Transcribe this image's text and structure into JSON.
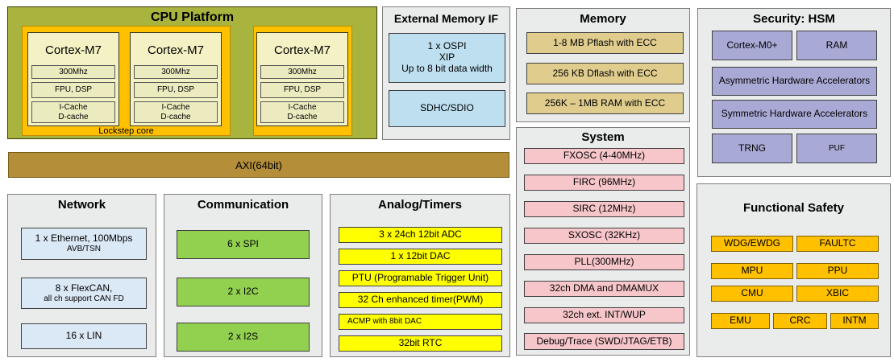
{
  "cpu": {
    "title": "CPU Platform",
    "lockstep_label": "Lockstep core",
    "cores": [
      {
        "name": "Cortex-M7",
        "freq": "300Mhz",
        "fpu": "FPU, DSP",
        "cache_line1": "I-Cache",
        "cache_line2": "D-cache"
      },
      {
        "name": "Cortex-M7",
        "freq": "300Mhz",
        "fpu": "FPU, DSP",
        "cache_line1": "I-Cache",
        "cache_line2": "D-cache"
      },
      {
        "name": "Cortex-M7",
        "freq": "300Mhz",
        "fpu": "FPU, DSP",
        "cache_line1": "I-Cache",
        "cache_line2": "D-cache"
      }
    ]
  },
  "ext_mem": {
    "title": "External Memory IF",
    "ospi_line1": "1 x OSPI",
    "ospi_line2": "XIP",
    "ospi_line3": "Up to 8 bit data width",
    "sdhc": "SDHC/SDIO"
  },
  "memory": {
    "title": "Memory",
    "items": [
      "1-8 MB Pflash with ECC",
      "256 KB Dflash with ECC",
      "256K – 1MB RAM with ECC"
    ]
  },
  "security": {
    "title": "Security: HSM",
    "core": "Cortex-M0+",
    "ram": "RAM",
    "asym": "Asymmetric Hardware Accelerators",
    "sym": "Symmetric Hardware Accelerators",
    "trng": "TRNG",
    "puf": "PUF"
  },
  "axi": {
    "label": "AXI(64bit)"
  },
  "system": {
    "title": "System",
    "items": [
      "FXOSC (4-40MHz)",
      "FIRC (96MHz)",
      "SIRC (12MHz)",
      "SXOSC (32KHz)",
      "PLL(300MHz)",
      "32ch DMA and DMAMUX",
      "32ch ext. INT/WUP",
      "Debug/Trace (SWD/JTAG/ETB)"
    ]
  },
  "network": {
    "title": "Network",
    "eth_line1": "1 x Ethernet, 100Mbps",
    "eth_line2": "AVB/TSN",
    "can_line1": "8 x FlexCAN,",
    "can_line2": "all ch support CAN FD",
    "lin": "16 x LIN"
  },
  "comm": {
    "title": "Communication",
    "items": [
      "6 x SPI",
      "2 x I2C",
      "2 x I2S"
    ]
  },
  "analog": {
    "title": "Analog/Timers",
    "items": [
      "3 x 24ch 12bit ADC",
      "1 x 12bit DAC",
      "PTU (Programable Trigger Unit)",
      "32 Ch enhanced timer(PWM)",
      "ACMP with 8bit DAC",
      "32bit RTC"
    ]
  },
  "fsafety": {
    "title": "Functional Safety",
    "items": [
      "WDG/EWDG",
      "FAULTC",
      "MPU",
      "PPU",
      "CMU",
      "XBIC",
      "EMU",
      "CRC",
      "INTM"
    ]
  }
}
